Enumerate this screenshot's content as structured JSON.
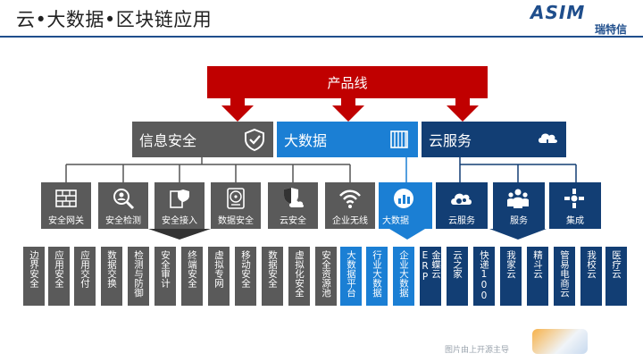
{
  "title": "云•大数据•区块链应用",
  "logo": {
    "mark": "ASIM",
    "sub": "瑞特信"
  },
  "product_line": "产品线",
  "level1": [
    {
      "label": "信息安全",
      "icon": "shield-check-icon"
    },
    {
      "label": "大数据",
      "icon": "server-icon"
    },
    {
      "label": "云服务",
      "icon": "cloud-download-icon"
    }
  ],
  "level2": [
    {
      "label": "安全网关",
      "icon": "firewall-icon"
    },
    {
      "label": "安全检测",
      "icon": "magnifier-icon"
    },
    {
      "label": "安全接入",
      "icon": "secure-access-icon"
    },
    {
      "label": "数据安全",
      "icon": "hard-disk-icon"
    },
    {
      "label": "云安全",
      "icon": "cloud-shield-icon"
    },
    {
      "label": "企业无线",
      "icon": "wifi-icon"
    },
    {
      "label": "大数据",
      "icon": "data-chart-icon"
    },
    {
      "label": "云服务",
      "icon": "cloud-gears-icon"
    },
    {
      "label": "服务",
      "icon": "people-icon"
    },
    {
      "label": "集成",
      "icon": "integration-icon"
    }
  ],
  "level3": [
    "边界安全",
    "应用安全",
    "应用交付",
    "数据交换",
    "检测与防御",
    "安全审计",
    "终端安全",
    "虚拟专网",
    "移动安全",
    "数据安全",
    "虚拟化安全",
    "安全资源池",
    "大数据平台",
    "行业大数据",
    "企业大数据",
    "金蝶云ERP",
    "云之家",
    "快递100",
    "我家云",
    "精斗云",
    "管易电商云",
    "我校云",
    "医疗云"
  ],
  "footer": {
    "note": "图片由上开源主导"
  },
  "colors": {
    "red": "#c00000",
    "grey": "#5a5a5a",
    "blue": "#1b7fd4",
    "navy": "#123e74"
  }
}
